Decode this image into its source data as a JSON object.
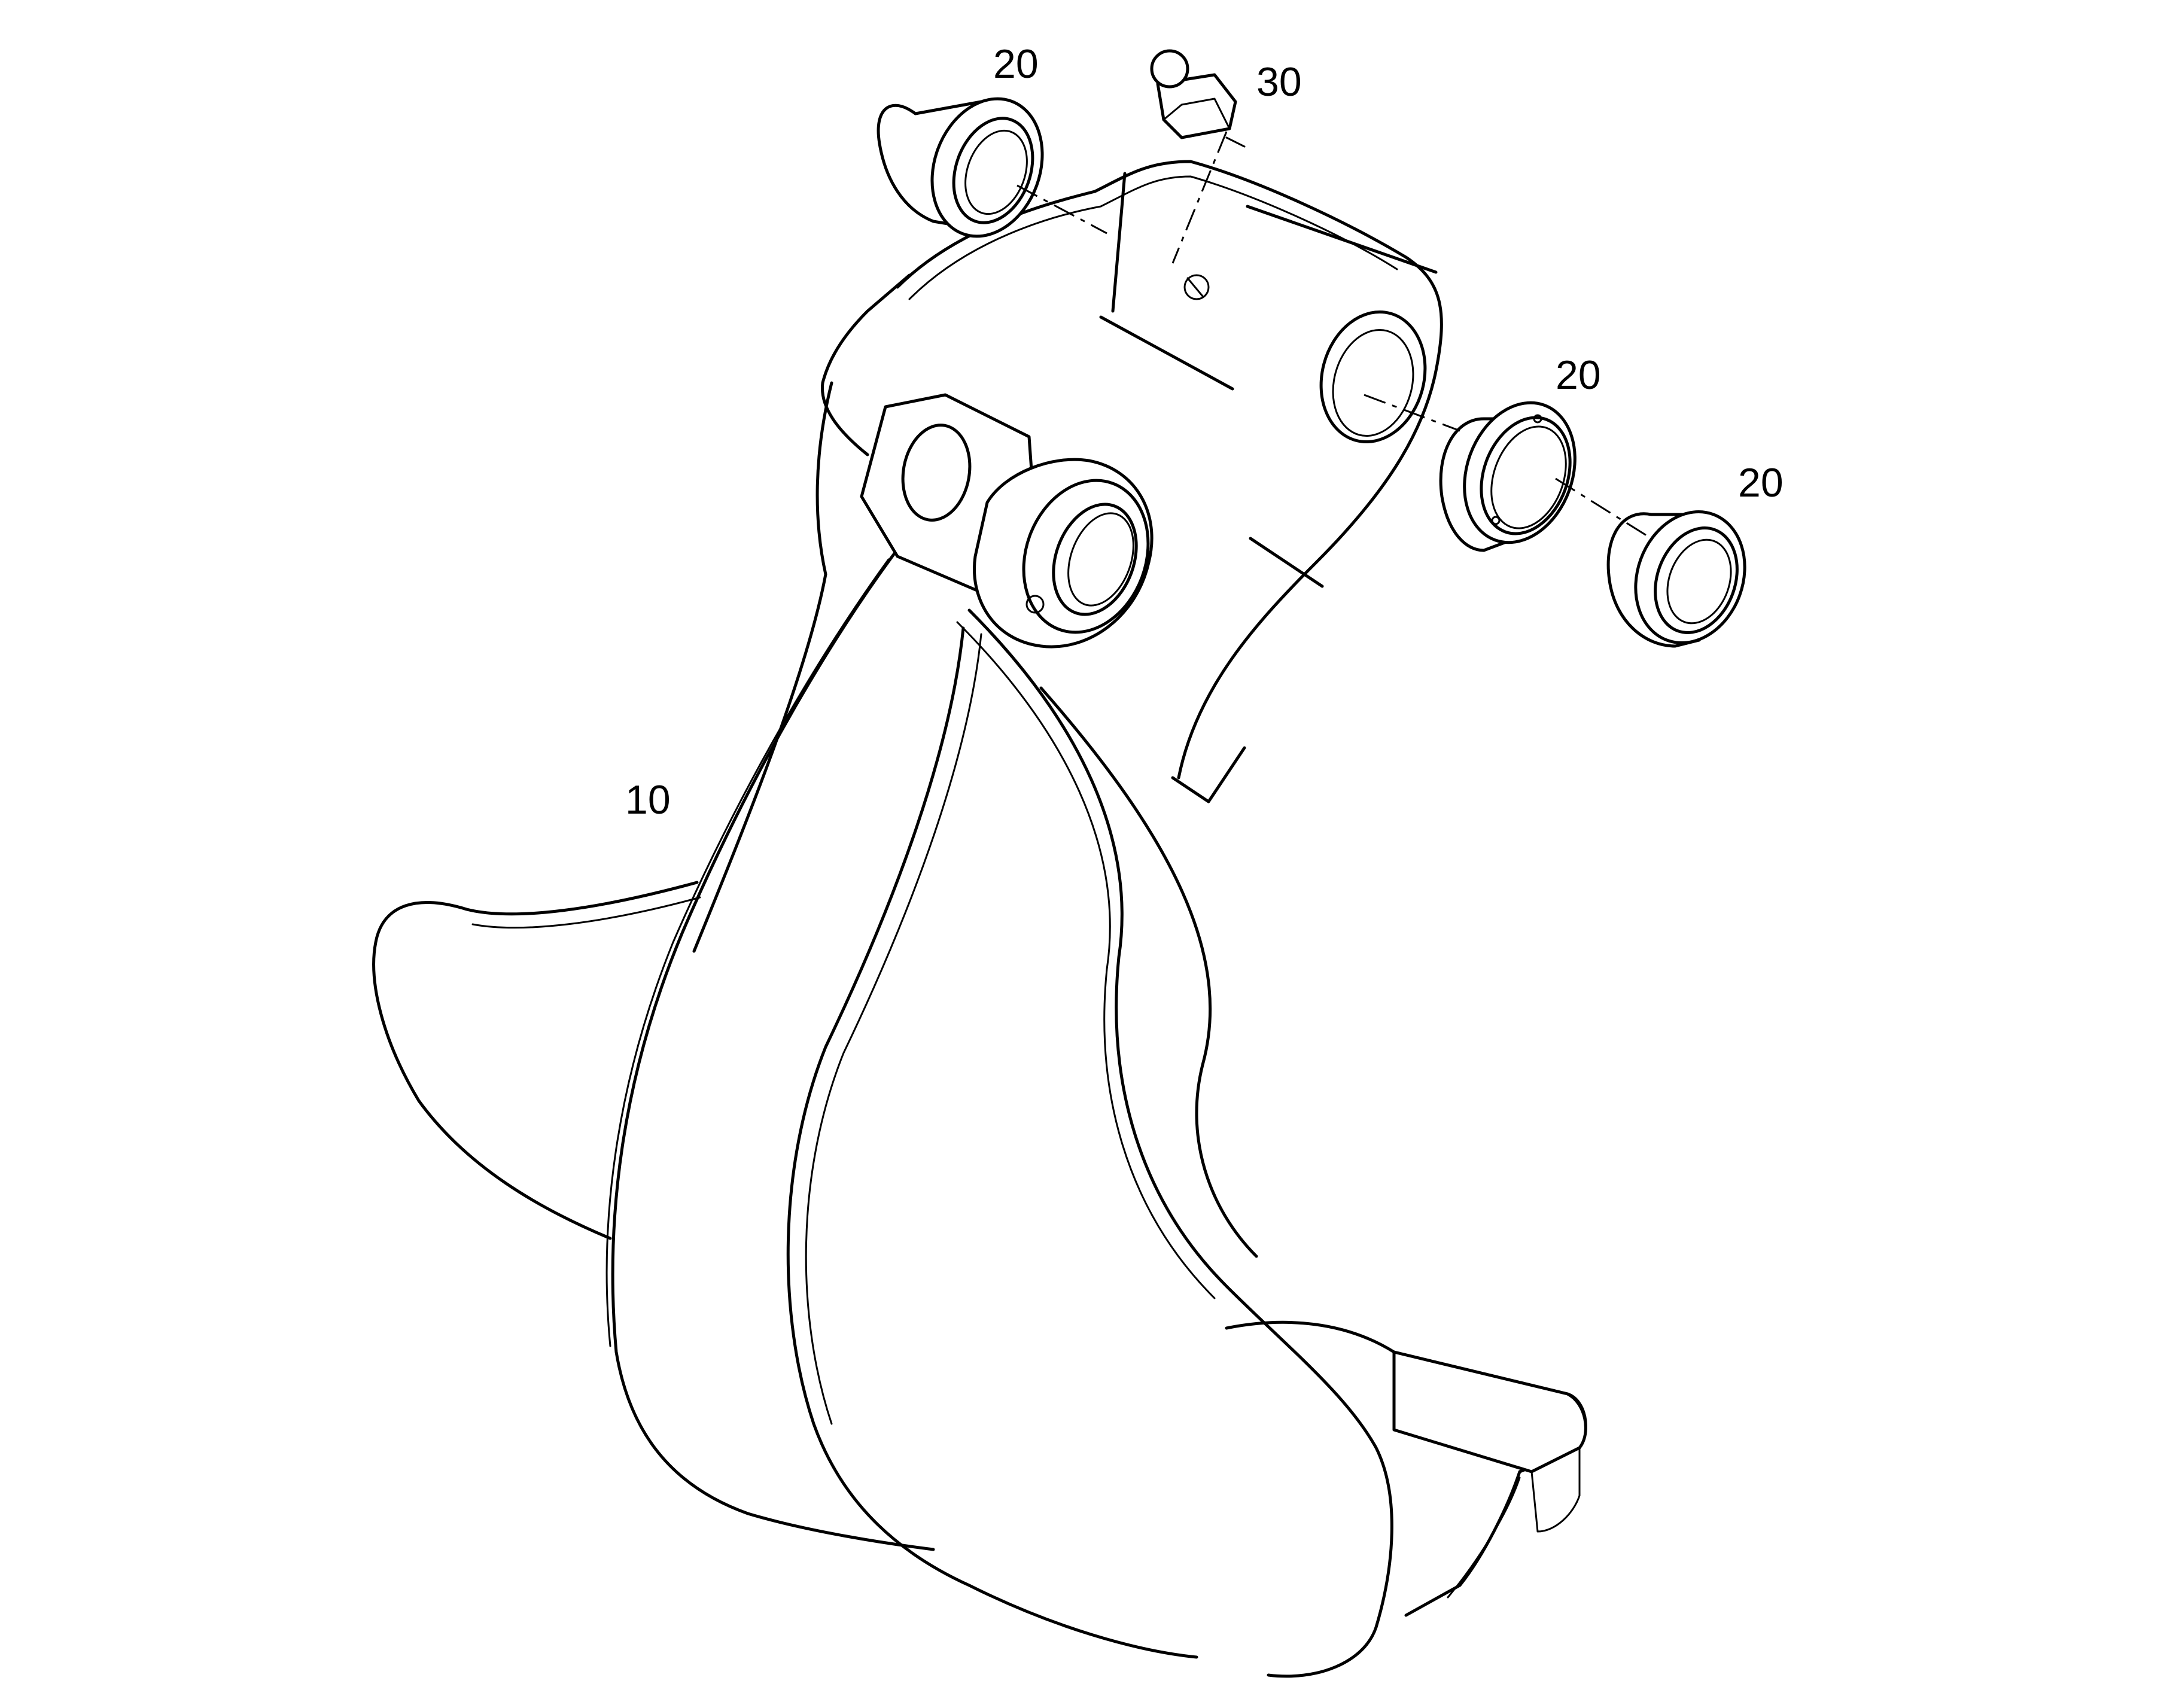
{
  "callouts": {
    "bucket": "10",
    "bushing_top_left": "20",
    "bushing_right_inner": "20",
    "bushing_right_outer": "20",
    "grease_fitting": "30"
  },
  "colors": {
    "line": "#000000",
    "background": "#ffffff"
  }
}
